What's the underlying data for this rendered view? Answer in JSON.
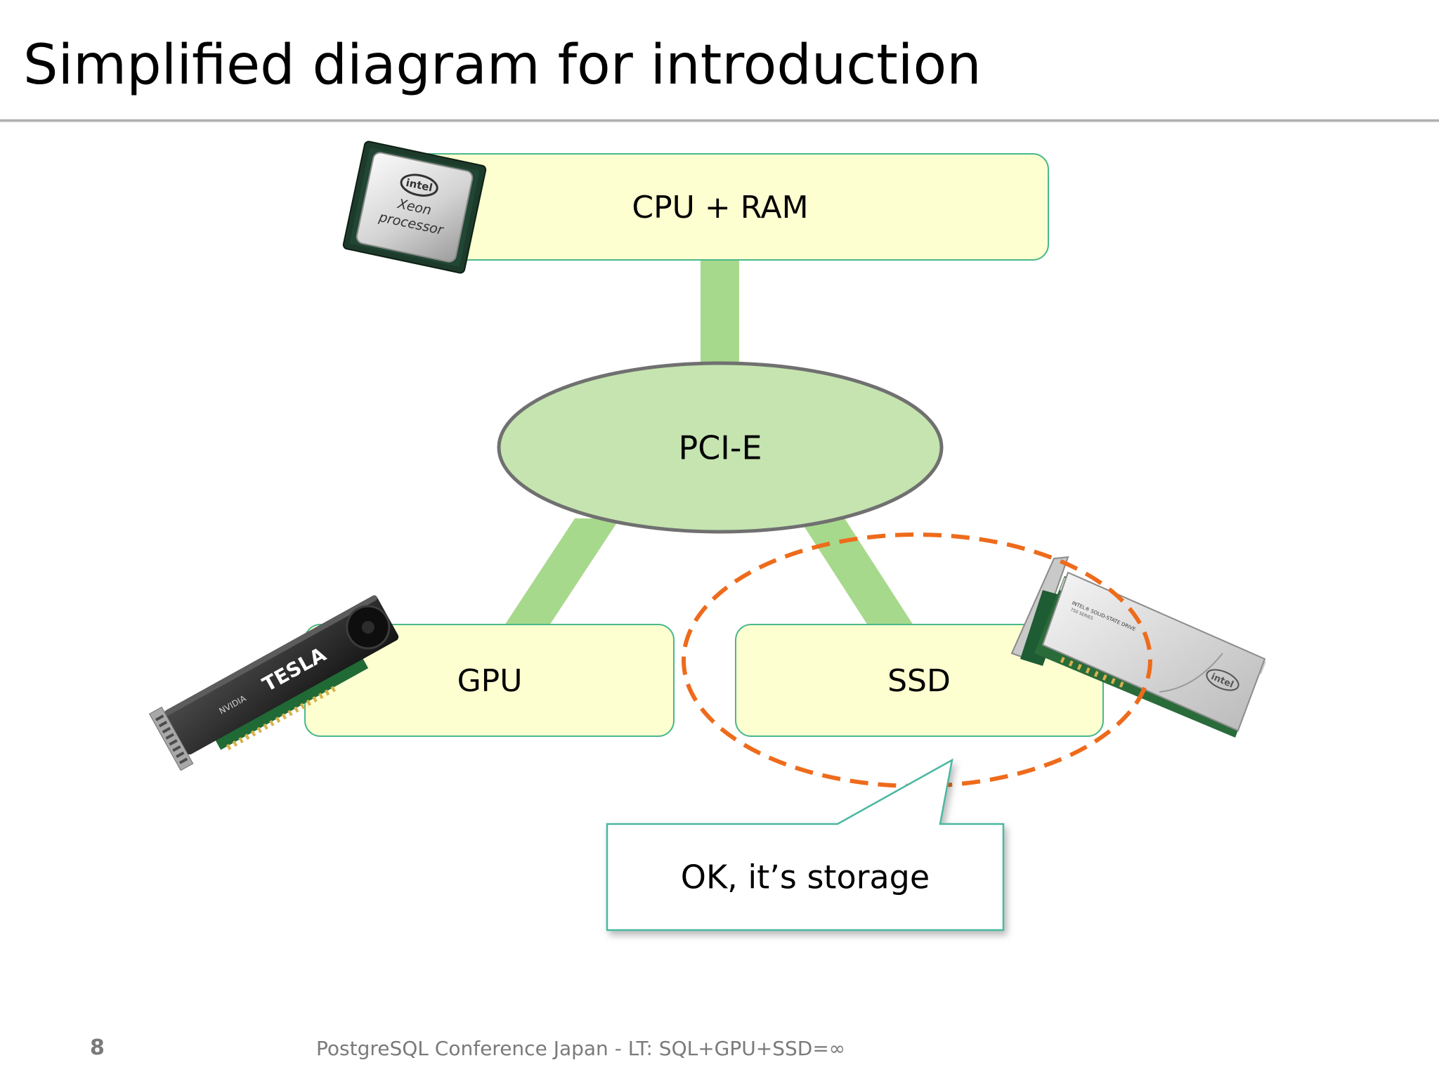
{
  "slide": {
    "title": "Simplified diagram for introduction",
    "page_number": "8",
    "footer": "PostgreSQL Conference Japan - LT: SQL+GPU+SSD=∞"
  },
  "diagram": {
    "nodes": {
      "cpu": "CPU + RAM",
      "bus": "PCI-E",
      "gpu": "GPU",
      "ssd": "SSD"
    },
    "callout": "OK, it’s storage",
    "photos": {
      "cpu": {
        "brand": "intel",
        "line1": "Xeon",
        "line2": "processor"
      },
      "gpu": {
        "brand": "NVIDIA",
        "model": "TESLA"
      },
      "ssd": {
        "line1": "INTEL® SOLID-STATE DRIVE",
        "line2": "750 SERIES",
        "brand": "intel"
      }
    },
    "colors": {
      "box_fill": "#feffd0",
      "box_stroke": "#4ab88c",
      "connector": "#a7d98c",
      "ellipse_fill": "#c5e4b0",
      "ellipse_stroke": "#707070",
      "highlight": "#ee6b1c",
      "callout_stroke": "#4ab8a0"
    }
  }
}
